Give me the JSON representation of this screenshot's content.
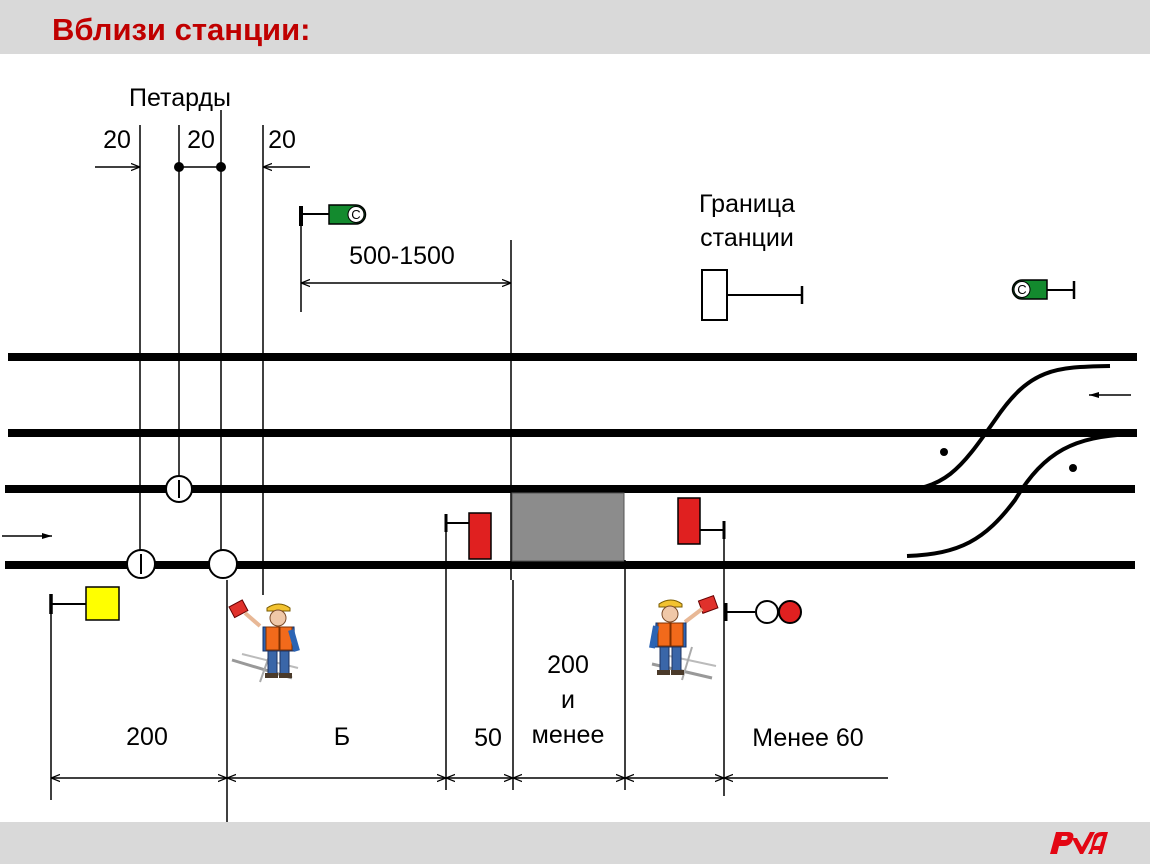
{
  "title": "Вблизи станции:",
  "colors": {
    "title": "#c00000",
    "bars": "#d9d9d9",
    "signal_green": "#138a2e",
    "signal_red": "#e02020",
    "signal_yellow": "#ffff00",
    "work_zone": "#8c8c8c",
    "logo": "#e30613"
  },
  "labels": {
    "detonators": "Петарды",
    "gap_1": "20",
    "gap_2": "20",
    "gap_3": "20",
    "sign_distance": "500-1500",
    "station_boundary_line1": "Граница",
    "station_boundary_line2": "станции",
    "dist_200": "200",
    "dist_b": "Б",
    "dist_50": "50",
    "zone_line1": "200",
    "zone_line2": "и",
    "zone_line3": "менее",
    "dist_less_60": "Менее 60",
    "sign_letter_left": "С",
    "sign_letter_right": "С"
  },
  "icons": {
    "logo": "rzd-logo-icon",
    "worker": "signalman-worker-icon"
  }
}
